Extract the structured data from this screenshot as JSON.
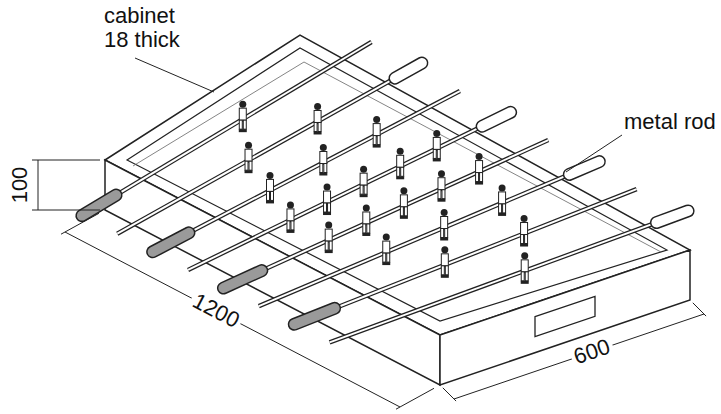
{
  "diagram": {
    "labels": [
      "cabinet 18 thick",
      "metal rod",
      "100",
      "1200",
      "600"
    ]
  }
}
